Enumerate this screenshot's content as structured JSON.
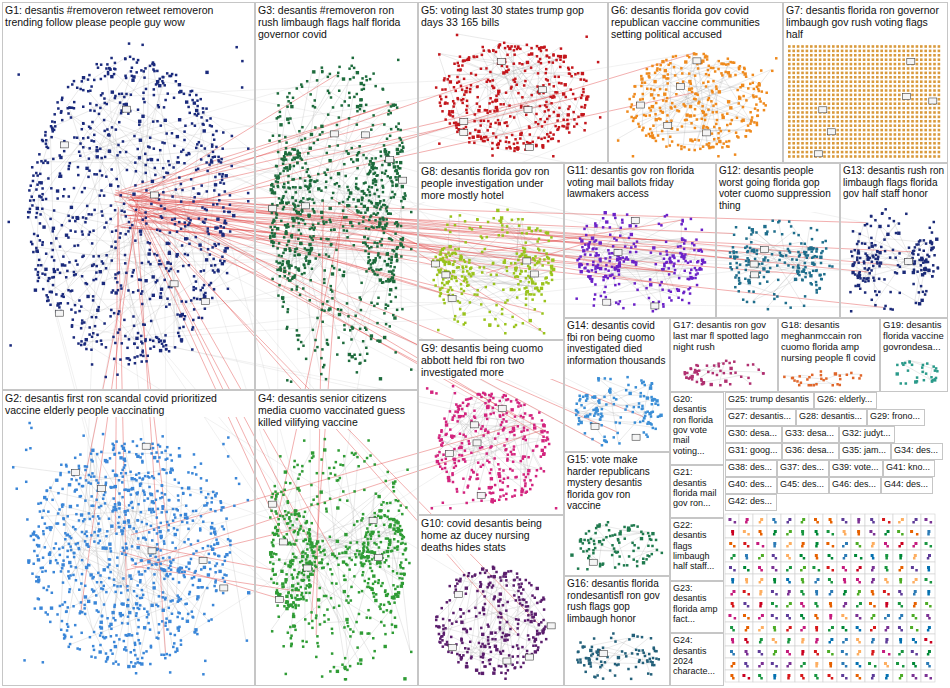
{
  "diagram": {
    "nodes": [
      {
        "text": [
          "G1: desantis #removeron retweet removeron trending follow please people guy wow"
        ]
      },
      {
        "text": [
          "G3: desantis #removeron ron rush limbaugh flags half florida governor covid"
        ]
      },
      {
        "text": [
          "G5: voting last 30 states trump gop days 33 165 bills"
        ]
      },
      {
        "text": [
          "G6: desantis florida gov covid republican vaccine communities setting political accused"
        ]
      },
      {
        "text": [
          "G7: desantis florida ron governor limbaugh gov rush voting flags half"
        ]
      },
      {
        "text": [
          "G8: desantis florida gov ron people investigation under more mostly hotel"
        ]
      },
      {
        "text": [
          "G11: desantis gov ron florida voting mail ballots friday lawmakers access"
        ]
      },
      {
        "text": [
          "G12: desantis people worst going florida gop voter cuomo suppression thing"
        ]
      },
      {
        "text": [
          "G13: desantis rush ron limbaugh flags florida gov half staff honor"
        ]
      },
      {
        "text": [
          "G9: desantis being cuomo abbott held fbi ron two investigated more"
        ]
      },
      {
        "text": [
          "G14: desantis covid fbi ron being cuomo investigated died information thousands"
        ]
      },
      {
        "text": [
          "G17: desantis ron gov last mar fl spotted lago night rush"
        ]
      },
      {
        "text": [
          "G18: desantis meghanmccain ron cuomo florida amp nursing people fl covid"
        ]
      },
      {
        "text": [
          "G19: desantis florida vaccine govrondesa..."
        ]
      },
      {
        "text": [
          "G2: desantis first ron scandal covid prioritized vaccine elderly people vaccinating"
        ]
      },
      {
        "text": [
          "G4: desantis senior citizens media cuomo vaccinated guess killed vilifying vaccine"
        ]
      },
      {
        "text": [
          "G15: vote make harder republicans mystery desantis florida gov ron vaccine"
        ]
      },
      {
        "text": [
          "G10: covid desantis being home az ducey nursing deaths hides stats"
        ]
      },
      {
        "text": [
          "G16: desantis florida rondesantisfl ron gov rush flags gop limbaugh honor"
        ]
      },
      {
        "text": [
          "G20: desantis ron florida gov vote mail voting..."
        ]
      },
      {
        "text": [
          "G21: desantis florida mail gov ron..."
        ]
      },
      {
        "text": [
          "G22: desantis flags limbaugh half staff..."
        ]
      },
      {
        "text": [
          "G23: desantis florida amp fact..."
        ]
      },
      {
        "text": [
          "G24: desantis 2024 characte..."
        ]
      },
      {
        "text": [
          "G25: trump desantis"
        ]
      },
      {
        "text": [
          "G26: elderly..."
        ]
      },
      {
        "text": [
          "G27: desantis..."
        ]
      },
      {
        "text": [
          "G28: desantis..."
        ]
      },
      {
        "text": [
          "G29: frono..."
        ]
      },
      {
        "text": [
          "G30: desa..."
        ]
      },
      {
        "text": [
          "G33: desa..."
        ]
      },
      {
        "text": [
          "G32: judyt..."
        ]
      },
      {
        "text": [
          "G31: goog..."
        ]
      },
      {
        "text": [
          "G36: desa..."
        ]
      },
      {
        "text": [
          "G35: jam..."
        ]
      },
      {
        "text": [
          "G34: des..."
        ]
      },
      {
        "text": [
          "G38: des..."
        ]
      },
      {
        "text": [
          "G37: des..."
        ]
      },
      {
        "text": [
          "G39: vote..."
        ]
      },
      {
        "text": [
          "G41: kno..."
        ]
      },
      {
        "text": [
          "G40: des..."
        ]
      },
      {
        "text": [
          "G45: des..."
        ]
      },
      {
        "text": [
          "G46: des..."
        ]
      },
      {
        "text": [
          "G44: des..."
        ]
      },
      {
        "text": [
          "G42: des..."
        ]
      }
    ]
  }
}
